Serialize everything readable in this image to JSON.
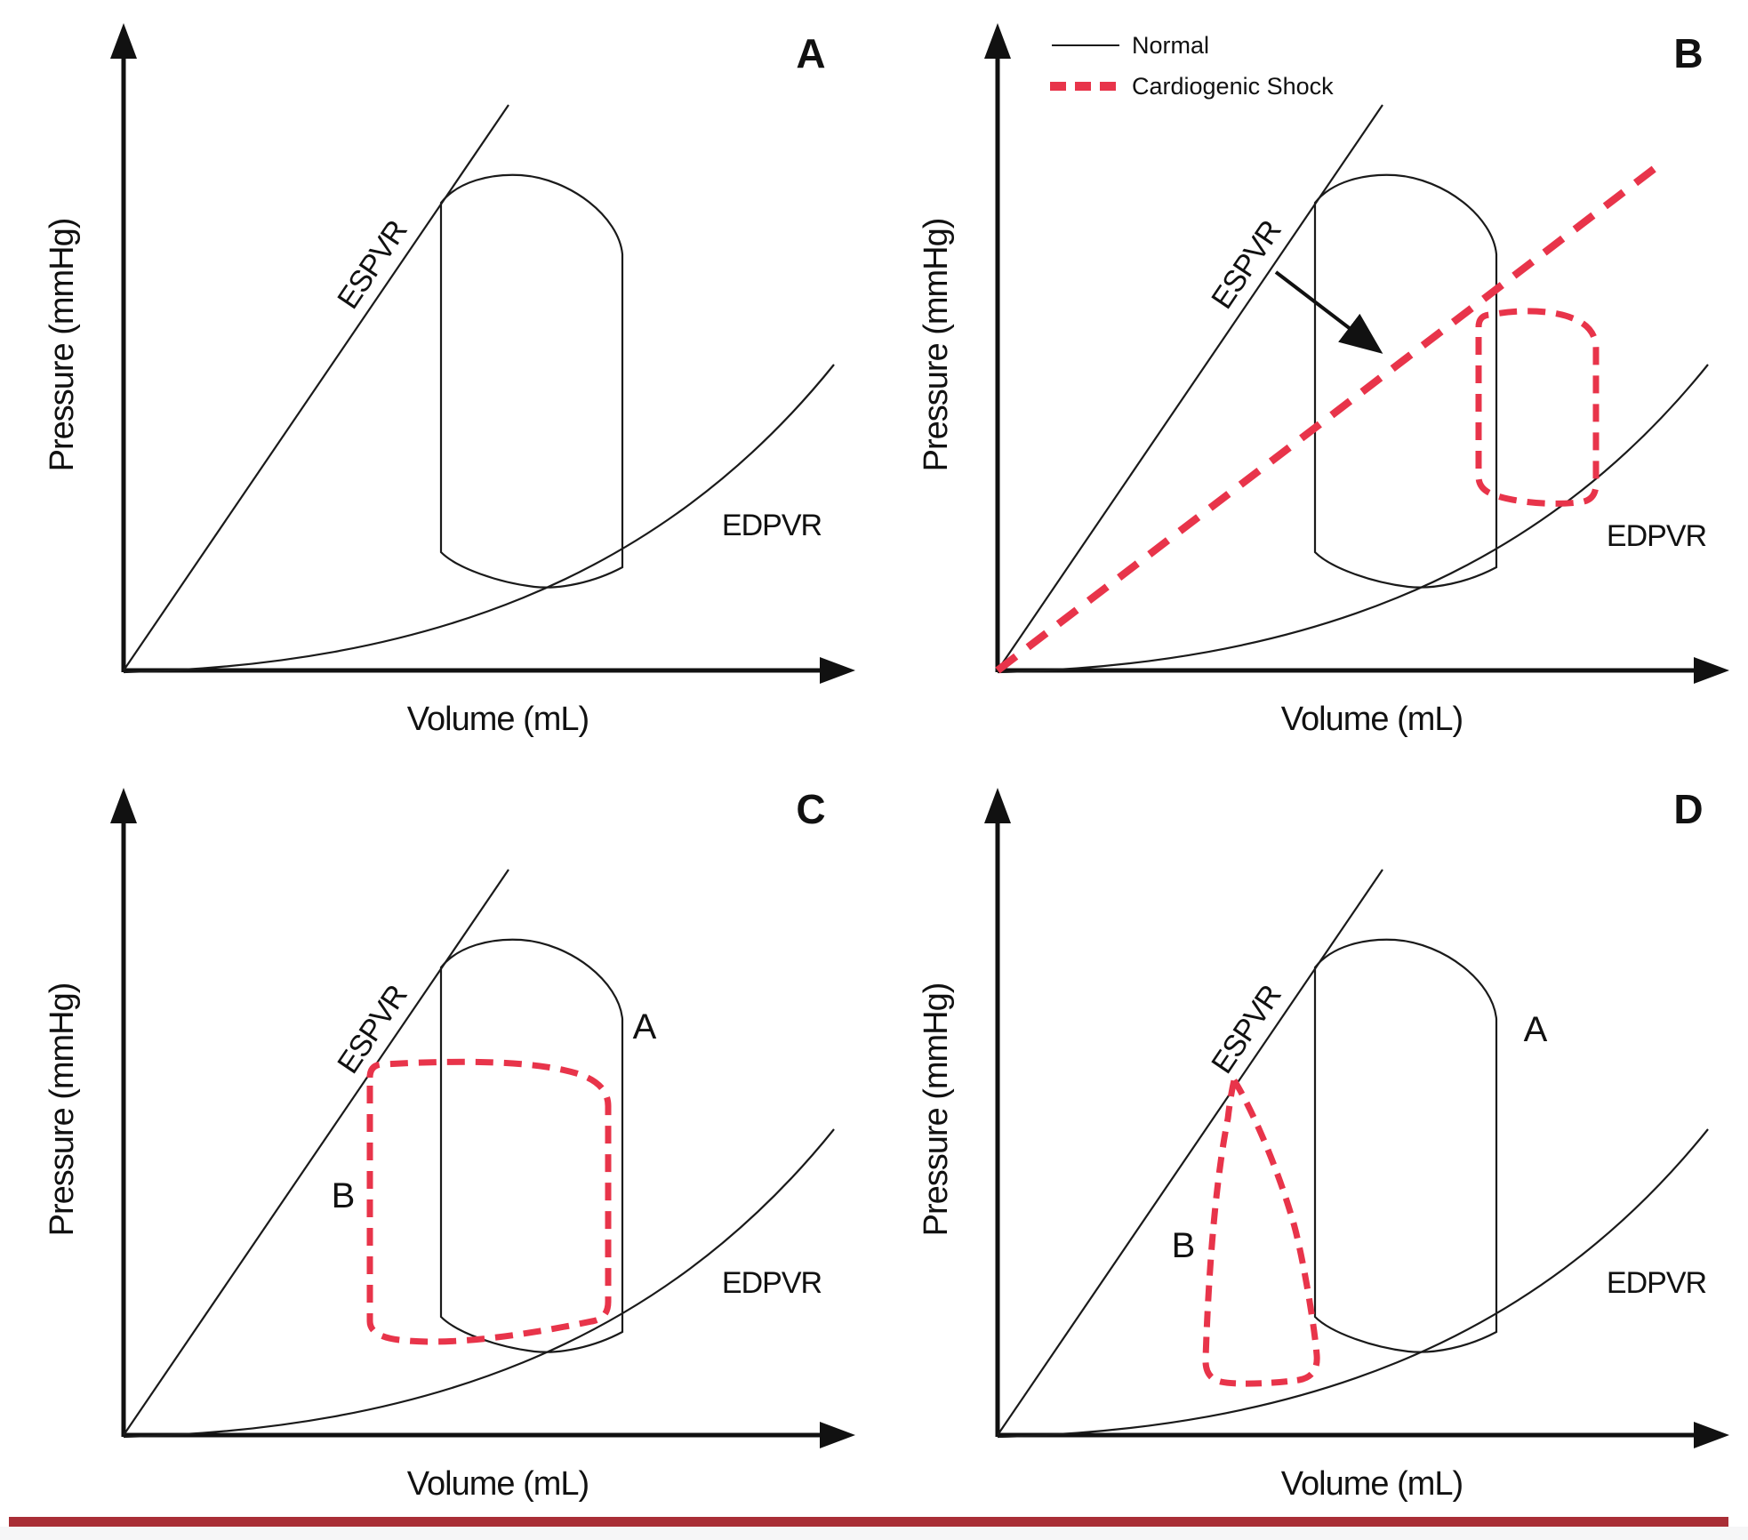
{
  "figure": {
    "type": "pressure-volume loop diagrams, normal vs cardiogenic shock",
    "axis_labels": {
      "x": "Volume (mL)",
      "y": "Pressure (mmHg)"
    },
    "curve_labels": {
      "espvr": "ESPVR",
      "edpvr": "EDPVR"
    },
    "legend": {
      "normal": "Normal",
      "shock": "Cardiogenic Shock"
    },
    "panel_letters": {
      "a": "A",
      "b": "B",
      "c": "C",
      "d": "D"
    },
    "loop_point_labels": {
      "normal_loop": "A",
      "shock_loop": "B"
    },
    "colors": {
      "line_black": "#1a1a1a",
      "shock_red": "#e8344a",
      "divider_red": "#a92e36",
      "footer_gray": "#f6f6f7",
      "background": "#ffffff"
    }
  }
}
